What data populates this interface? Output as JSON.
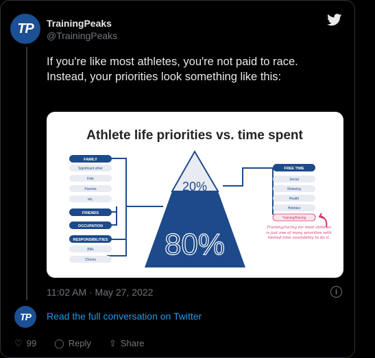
{
  "account": {
    "name": "TrainingPeaks",
    "handle": "@TrainingPeaks",
    "avatar_text": "TP"
  },
  "tweet": {
    "text": "If you're like most athletes, you're not paid to race. Instead, your priorities look something like this:",
    "timestamp": "11:02 AM · May 27, 2022"
  },
  "infographic": {
    "title": "Athlete life priorities vs. time spent",
    "left_groups": [
      {
        "header": "FAMILY",
        "items": [
          "Significant other",
          "Kids",
          "Parents",
          "etc."
        ]
      },
      {
        "header": "FRIENDS",
        "items": []
      },
      {
        "header": "OCCUPATION",
        "items": []
      },
      {
        "header": "RESPONSIBILITIES",
        "items": [
          "Bills",
          "Chores"
        ]
      }
    ],
    "right_group": {
      "header": "FREE TIME",
      "items": [
        "Social",
        "Relaxing",
        "Health",
        "Hobbies",
        "Training/Racing"
      ]
    },
    "pyramid_top_label": "20%",
    "pyramid_bottom_label": "80%",
    "note": "Training/racing for most athletes is just one of many priorities with limited time availability to do it.",
    "colors": {
      "navy": "#1d4a8a",
      "pale": "#e9ebf2",
      "pink": "#d6336c",
      "highlight": "#fbe3ea"
    }
  },
  "footer": {
    "read_more": "Read the full conversation on Twitter",
    "likes": "99",
    "reply": "Reply",
    "share": "Share"
  },
  "icons": [
    "twitter-bird-icon",
    "info-icon",
    "heart-icon",
    "reply-icon",
    "share-icon",
    "curved-arrow-icon"
  ]
}
